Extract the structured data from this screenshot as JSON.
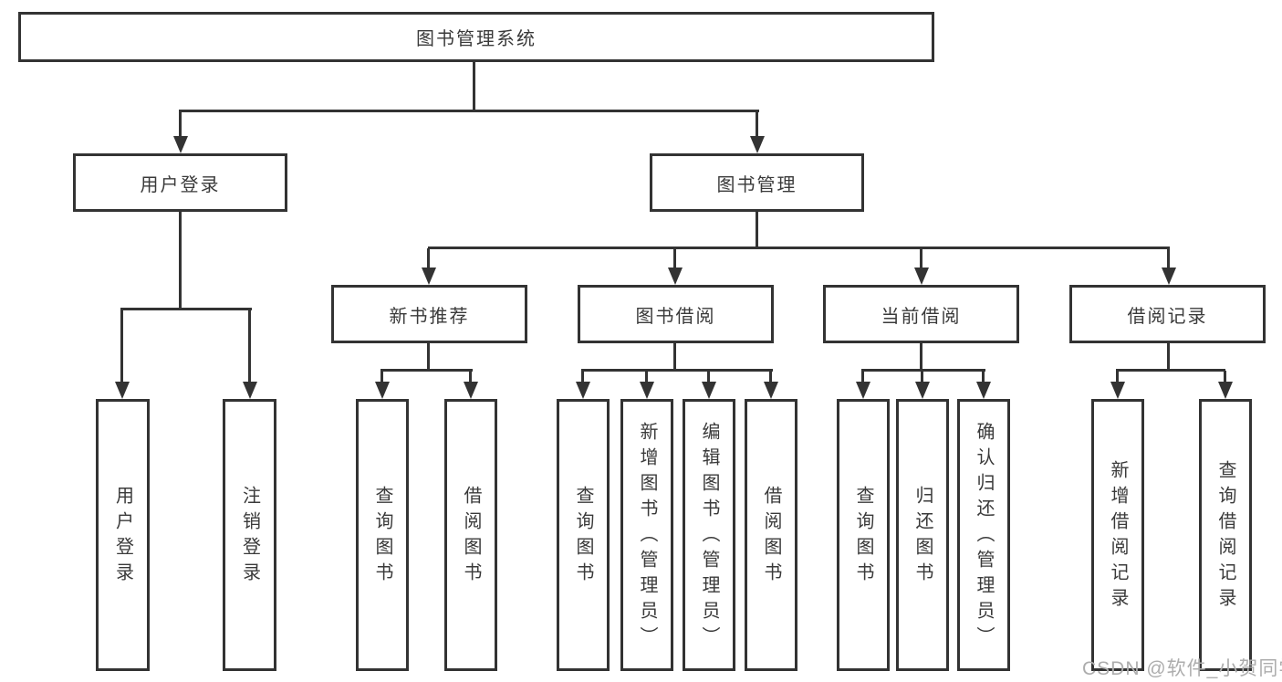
{
  "tree": {
    "root": {
      "label": "图书管理系统"
    },
    "branches": [
      {
        "label": "用户登录",
        "children": [
          {
            "label": "用户登录"
          },
          {
            "label": "注销登录"
          }
        ]
      },
      {
        "label": "图书管理",
        "children": [
          {
            "label": "新书推荐",
            "children": [
              {
                "label": "查询图书"
              },
              {
                "label": "借阅图书"
              }
            ]
          },
          {
            "label": "图书借阅",
            "children": [
              {
                "label": "查询图书"
              },
              {
                "label": "新增图书（管理员）"
              },
              {
                "label": "编辑图书（管理员）"
              },
              {
                "label": "借阅图书"
              }
            ]
          },
          {
            "label": "当前借阅",
            "children": [
              {
                "label": "查询图书"
              },
              {
                "label": "归还图书"
              },
              {
                "label": "确认归还（管理员）"
              }
            ]
          },
          {
            "label": "借阅记录",
            "children": [
              {
                "label": "新增借阅记录"
              },
              {
                "label": "查询借阅记录"
              }
            ]
          }
        ]
      }
    ]
  },
  "watermark": {
    "text": "CSDN @软件_小贺同学"
  },
  "colors": {
    "line": "#333333",
    "box_border": "#333333",
    "box_background": "#ffffff",
    "text": "#3a3a3a",
    "watermark": "#adadad",
    "page_background": "#ffffff"
  }
}
